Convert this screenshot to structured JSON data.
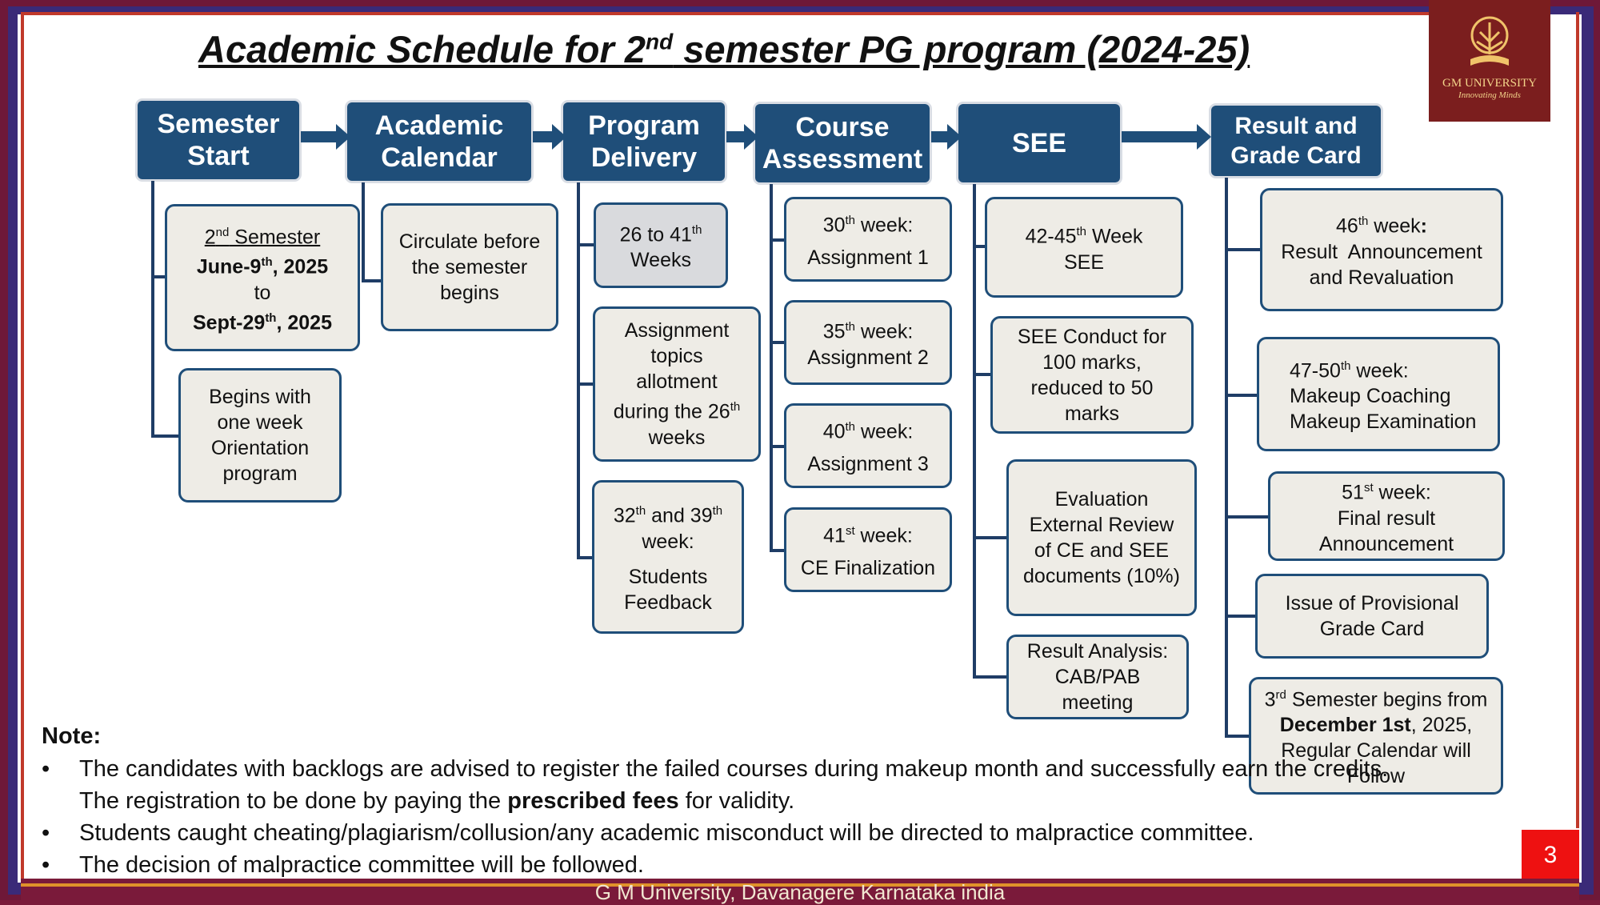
{
  "title": {
    "pre": "Academic Schedule for 2",
    "sup": "nd",
    "post": " semester PG program (2024-25)"
  },
  "logo": {
    "name": "GM UNIVERSITY",
    "tagline": "Innovating Minds"
  },
  "page_number": "3",
  "footer": "G M University, Davanagere Karnataka india",
  "headers": {
    "semester_start": [
      "Semester",
      "Start"
    ],
    "academic_calendar": [
      "Academic",
      "Calendar"
    ],
    "program_delivery": [
      "Program",
      "Delivery"
    ],
    "course_assessment": [
      "Course",
      "Assessment"
    ],
    "see": "SEE",
    "result": [
      "Result and",
      "Grade Card"
    ]
  },
  "semester": {
    "box1": {
      "l1a": "2",
      "l1sup": "nd",
      "l1b": " Semester",
      "l2a": "June-9",
      "l2sup": "th",
      "l2b": ", 2025",
      "l3": "to",
      "l4a": "Sept-29",
      "l4sup": "th",
      "l4b": ", 2025"
    },
    "box2": [
      "Begins with",
      "one week",
      "Orientation",
      "program"
    ]
  },
  "calendar": {
    "box1": [
      "Circulate before",
      "the semester",
      "begins"
    ]
  },
  "delivery": {
    "box1": {
      "l1a": "26 to 41",
      "l1sup": "th",
      "l2": "Weeks"
    },
    "box2": {
      "l1": "Assignment",
      "l2": "topics",
      "l3": "allotment",
      "l4a": "during the 26",
      "l4sup": "th",
      "l5": "weeks"
    },
    "box3": {
      "l1a": "32",
      "l1sup": "th",
      "l1b": " and 39",
      "l1sup2": "th",
      "l2": "week:",
      "l3": "Students",
      "l4": "Feedback"
    }
  },
  "assessment": [
    {
      "a": "30",
      "sup": "th",
      "b": " week:",
      "line2": "Assignment 1"
    },
    {
      "a": "35",
      "sup": "th",
      "b": " week:",
      "line2": "Assignment 2"
    },
    {
      "a": "40",
      "sup": "th",
      "b": " week:",
      "line2": "Assignment 3"
    },
    {
      "a": "41",
      "sup": "st",
      "b": " week:",
      "line2": "CE Finalization"
    }
  ],
  "see_boxes": {
    "box1": {
      "l1a": "42-45",
      "l1sup": "th",
      "l1b": " Week",
      "l2": "SEE"
    },
    "box2": [
      "SEE Conduct for",
      "100 marks,",
      "reduced to 50",
      "marks"
    ],
    "box3": [
      "Evaluation",
      "External Review",
      "of CE and SEE",
      "documents (10%)"
    ],
    "box4": [
      "Result Analysis:",
      "CAB/PAB",
      "meeting"
    ]
  },
  "result_boxes": {
    "box1": {
      "l1a": "46",
      "l1sup": "th",
      "l1b": " week",
      "l1c": ":",
      "l2": "Result  Announcement",
      "l3": "and Revaluation"
    },
    "box2": {
      "l1a": "47-50",
      "l1sup": "th",
      "l1b": " week:",
      "l2": "Makeup Coaching",
      "l3": "Makeup Examination"
    },
    "box3": {
      "l1a": "51",
      "l1sup": "st",
      "l1b": " week:",
      "l2": "Final result",
      "l3": "Announcement"
    },
    "box4": [
      "Issue of Provisional",
      "Grade Card"
    ],
    "box5": {
      "l1a": "3",
      "l1sup": "rd",
      "l1b": " Semester begins from",
      "l2a": "December 1st",
      "l2b": ", 2025,",
      "l3": "Regular Calendar will",
      "l4": "Follow"
    }
  },
  "note": {
    "label": "Note:",
    "b1a": "The candidates with backlogs are advised to register the failed courses during makeup month and successfully earn the credits. The registration to be done by paying the ",
    "b1bold": "prescribed fees",
    "b1c": " for validity.",
    "b2": "Students caught cheating/plagiarism/collusion/any academic misconduct will be directed to malpractice committee.",
    "b3": "The decision of malpractice committee will be followed."
  },
  "colors": {
    "header_blue": "#1f4e79",
    "box_fill": "#eeece6",
    "frame": "#6e1838",
    "page_badge": "#ee1111"
  }
}
